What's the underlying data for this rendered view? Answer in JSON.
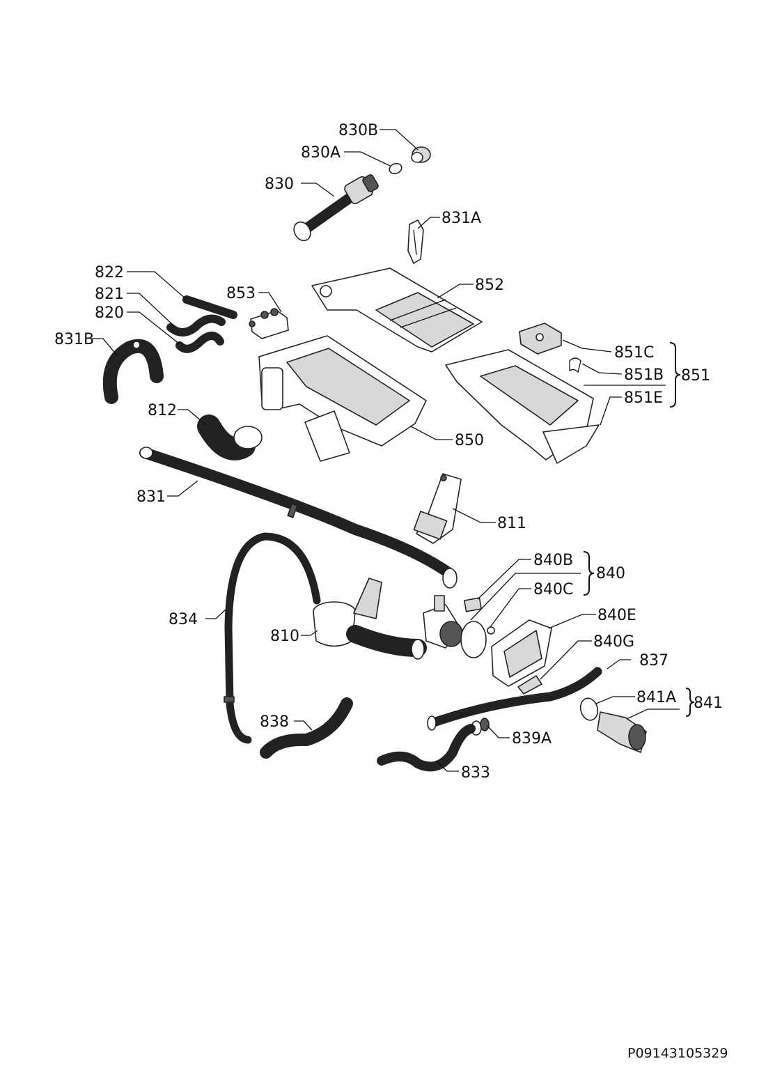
{
  "diagram": {
    "reference_code": "P09143105329",
    "labels": {
      "830B": "830B",
      "830A": "830A",
      "830": "830",
      "831A": "831A",
      "822": "822",
      "821": "821",
      "820": "820",
      "853": "853",
      "852": "852",
      "831B": "831B",
      "851C": "851C",
      "851B": "851B",
      "851E": "851E",
      "851": "851",
      "812": "812",
      "850": "850",
      "831": "831",
      "811": "811",
      "840B": "840B",
      "840C": "840C",
      "840": "840",
      "834": "834",
      "810": "810",
      "840E": "840E",
      "840G": "840G",
      "837": "837",
      "841A": "841A",
      "841": "841",
      "838": "838",
      "839A": "839A",
      "833": "833"
    }
  }
}
